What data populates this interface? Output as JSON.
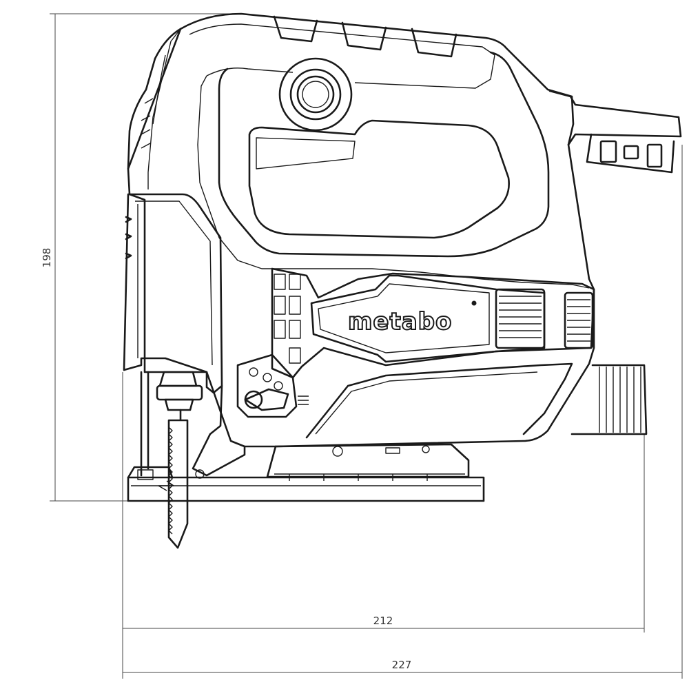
{
  "dimensions": {
    "height_label": "198",
    "inner_width_label": "212",
    "outer_width_label": "227"
  },
  "brand": {
    "logo_text": "metabo"
  }
}
